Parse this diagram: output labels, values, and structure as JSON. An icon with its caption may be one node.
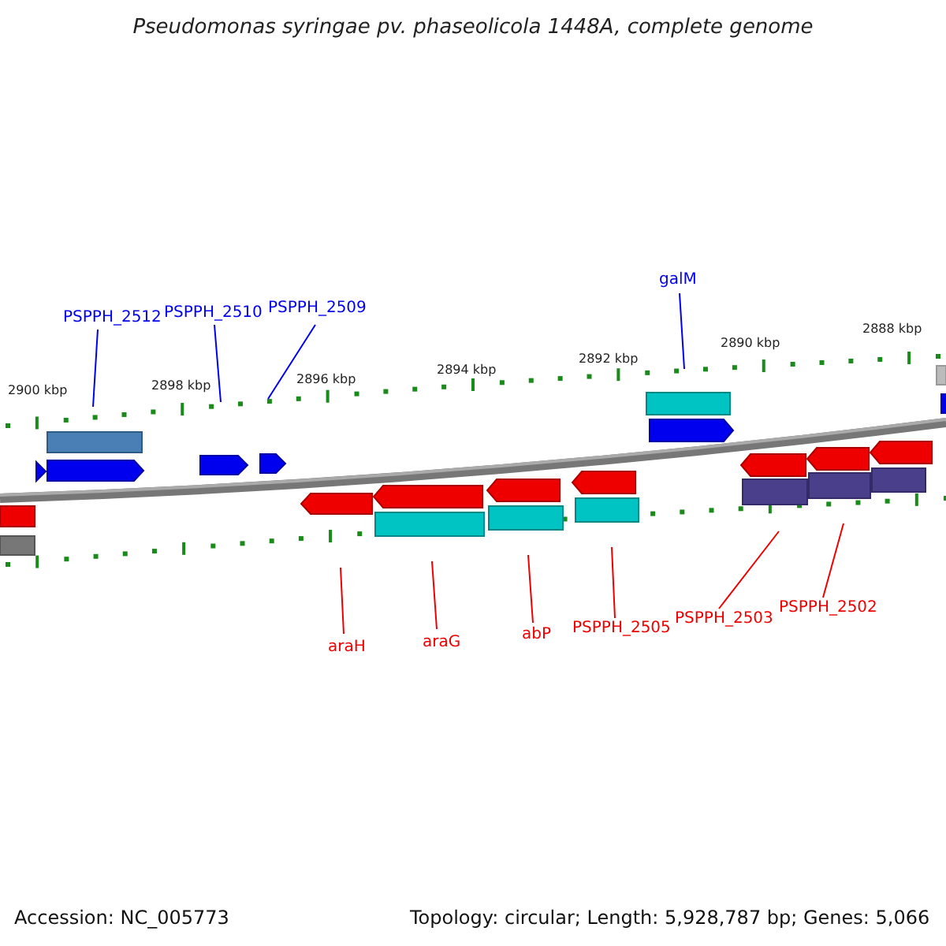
{
  "diagram": {
    "title": "Pseudomonas syringae pv. phaseolicola 1448A, complete genome",
    "nodes": [
      {
        "text": [
          "PSPPH_2512"
        ]
      },
      {
        "text": [
          "PSPPH_2510"
        ]
      },
      {
        "text": [
          "PSPPH_2509"
        ]
      },
      {
        "text": [
          "galM"
        ]
      },
      {
        "text": [
          "araH"
        ]
      },
      {
        "text": [
          "araG"
        ]
      },
      {
        "text": [
          "abP"
        ]
      },
      {
        "text": [
          "PSPPH_2505"
        ]
      },
      {
        "text": [
          "PSPPH_2503"
        ]
      },
      {
        "text": [
          "PSPPH_2502"
        ]
      }
    ],
    "edges": [
      {
        "from": 0,
        "to": null,
        "arrow": "none",
        "color": "#0000ee"
      },
      {
        "from": 1,
        "to": null,
        "arrow": "none",
        "color": "#0000ee"
      },
      {
        "from": 2,
        "to": null,
        "arrow": "none",
        "color": "#0000ee"
      },
      {
        "from": 3,
        "to": null,
        "arrow": "none",
        "color": "#0000ee"
      },
      {
        "from": 4,
        "to": null,
        "arrow": "none"
      },
      {
        "from": 5,
        "to": null,
        "arrow": "none"
      },
      {
        "from": 6,
        "to": null,
        "arrow": "none"
      },
      {
        "from": 7,
        "to": null,
        "arrow": "none"
      },
      {
        "from": 8,
        "to": null,
        "arrow": "none"
      },
      {
        "from": 9,
        "to": null,
        "arrow": "none"
      }
    ],
    "labels": [
      "2900 kbp",
      "2898 kbp",
      "2896 kbp",
      "2894 kbp",
      "2892 kbp",
      "2890 kbp",
      "2888 kbp",
      "Accession: NC_005773",
      "Topology: circular; Length: 5,928,787 bp; Genes: 5,066"
    ]
  }
}
